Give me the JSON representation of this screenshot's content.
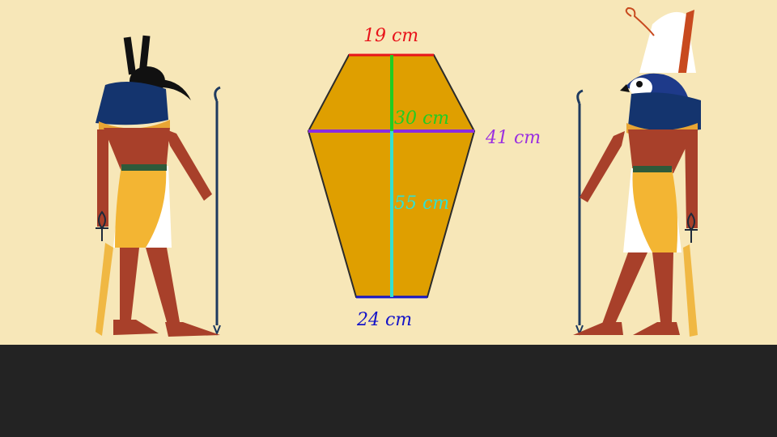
{
  "diagram": {
    "top_width": "19 cm",
    "upper_height": "30 cm",
    "middle_width": "41 cm",
    "lower_height": "55 cm",
    "bottom_width": "24 cm"
  },
  "colors": {
    "background": "#f7e7b8",
    "footer": "#232323",
    "shape_fill": "#df9f00",
    "top_edge": "#e8141b",
    "middle_line": "#8a2be2",
    "upper_height_line": "#22cc22",
    "lower_height_line": "#33e0d0",
    "bottom_edge": "#1414c8",
    "label_top": "#e8141b",
    "label_upper": "#22cc22",
    "label_middle": "#9b30e0",
    "label_lower": "#33e0d0",
    "label_bottom": "#1414c8"
  },
  "figures": [
    "set-deity-figure",
    "horus-deity-figure"
  ]
}
